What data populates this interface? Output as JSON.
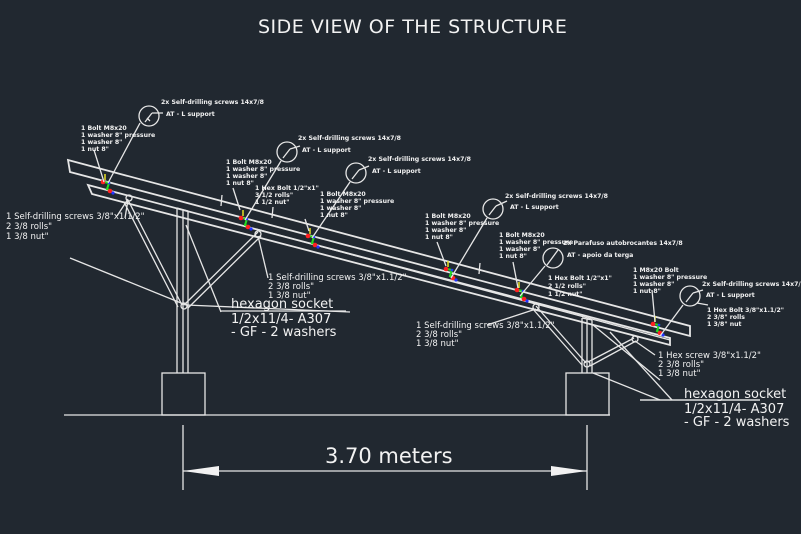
{
  "title": "SIDE VIEW OF THE STRUCTURE",
  "dimension": {
    "label": "3.70 meters"
  },
  "callouts": {
    "screw_l_support": {
      "line1": "2x Self-drilling screws 14x7/8",
      "line2": "AT - L support"
    },
    "screw_apoio": {
      "line1": "2x Parafuso autobrocantes 14x7/8",
      "line2": "AT - apoio da terga"
    },
    "bolt_m8": [
      "1 Bolt M8x20",
      "1 washer 8\" pressure",
      "1 washer 8\"",
      "1 nut 8\""
    ],
    "bolt_m8_alt": [
      "1 M8x20 Bolt",
      "1 washer 8\" pressure",
      "1 washer 8\"",
      "1 nut 8\""
    ],
    "hex_bolt_half_a": [
      "1 Hex Bolt 1/2\"x1\"",
      "3/1/2 rolls\"",
      "1 1/2 nut\""
    ],
    "hex_bolt_half_b": [
      "1 Hex Bolt 1/2\"x1\"",
      "2 1/2 rolls\"",
      "1 1/2 nut\""
    ],
    "hex_bolt_38": [
      "1 Hex Bolt 3/8\"x1.1/2\"",
      "2 3/8\" rolls",
      "1 3/8\" nut"
    ],
    "self_drill_38": [
      "1 Self-drilling screws 3/8\"x1.1/2\"",
      "2 3/8 rolls\"",
      "1 3/8 nut\""
    ],
    "hex_screw_38": [
      "1 Hex screw 3/8\"x1.1/2\"",
      "2 3/8 rolls\"",
      "1 3/8 nut\""
    ],
    "hex_socket": [
      "hexagon socket",
      "1/2x11/4- A307",
      "- GF - 2 washers"
    ]
  },
  "colors": {
    "background": "#212830",
    "lines": "#e6e6e6",
    "red": "#ff2020",
    "green": "#22dd22",
    "blue": "#2233ff",
    "yellow": "#e8e020"
  }
}
